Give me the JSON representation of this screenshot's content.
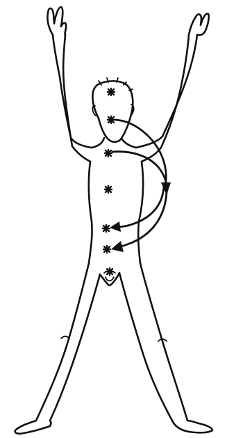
{
  "figure": {
    "subject": "standing-human-figure-arms-raised-legs-apart",
    "line_color": "#111111",
    "background": "#ffffff",
    "marked_points": [
      "crown",
      "face",
      "throat",
      "chest",
      "navel",
      "lower-abdomen",
      "pubic-area"
    ],
    "flow_arrows": [
      {
        "from": "face",
        "to": "right-side"
      },
      {
        "from": "throat",
        "to": "right-side"
      },
      {
        "from": "right-side",
        "to": "navel"
      },
      {
        "from": "right-side",
        "to": "lower-abdomen"
      }
    ]
  }
}
